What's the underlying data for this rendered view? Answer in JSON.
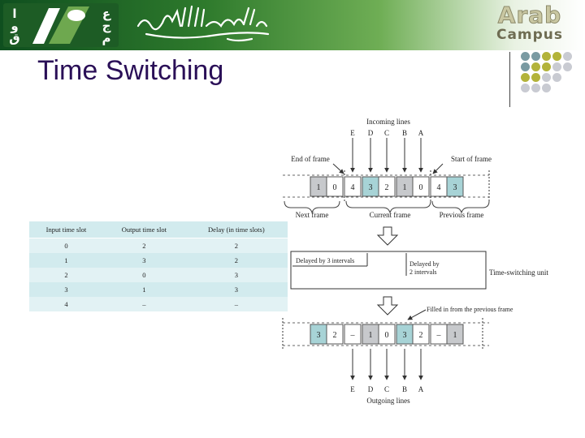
{
  "header": {
    "logo_letters": [
      [
        "ا",
        "و",
        "ق"
      ],
      [
        "ع",
        "ج",
        "م"
      ]
    ],
    "brand_top": "Arab",
    "brand_bottom": "Campus"
  },
  "slide": {
    "title": "Time Switching"
  },
  "table": {
    "headers": [
      "Input time slot",
      "Output time slot",
      "Delay (in time slots)"
    ],
    "rows": [
      [
        "0",
        "2",
        "2"
      ],
      [
        "1",
        "3",
        "2"
      ],
      [
        "2",
        "0",
        "3"
      ],
      [
        "3",
        "1",
        "3"
      ],
      [
        "4",
        "–",
        "–"
      ]
    ]
  },
  "diagram": {
    "incoming_label": "Incoming lines",
    "line_letters": [
      "E",
      "D",
      "C",
      "B",
      "A"
    ],
    "end_of_frame": "End of frame",
    "start_of_frame": "Start of frame",
    "top_cells": [
      "1",
      "0",
      "4",
      "3",
      "2",
      "1",
      "0",
      "4",
      "3"
    ],
    "next_frame": "Next frame",
    "current_frame": "Current frame",
    "previous_frame": "Previous frame",
    "delayed_3": "Delayed by 3 intervals",
    "delayed_2": [
      "Delayed by",
      "2 intervals"
    ],
    "unit_label": "Time-switching unit",
    "filled_label": "Filled in from the previous frame",
    "bottom_cells": [
      "3",
      "2",
      "–",
      "1",
      "0",
      "3",
      "2",
      "–",
      "1"
    ],
    "outgoing_label": "Outgoing lines"
  },
  "colors": {
    "banner_dark": "#0f4f1f",
    "title": "#2a0f57",
    "table_bg": "#d2ebee",
    "cell_teal": "#a7d3d6",
    "cell_gray": "#c7c9cc",
    "dot_colors": [
      "#7a9aa2",
      "#b3b33a",
      "#c9cbd2"
    ]
  }
}
